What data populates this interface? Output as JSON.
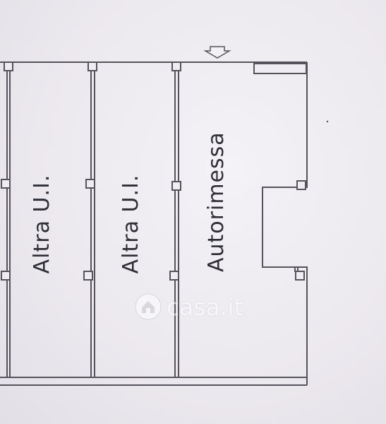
{
  "units": [
    {
      "label": "Altra U.I."
    },
    {
      "label": "Altra U.I."
    },
    {
      "label": "Autorimessa"
    }
  ],
  "watermark": {
    "text": "casa.it"
  },
  "icons": {
    "entrance": "arrow-down-outline-icon",
    "watermark_logo": "house-icon"
  },
  "colors": {
    "line": "#55535b",
    "text": "#2e2e36",
    "background": "#ece9ef"
  }
}
